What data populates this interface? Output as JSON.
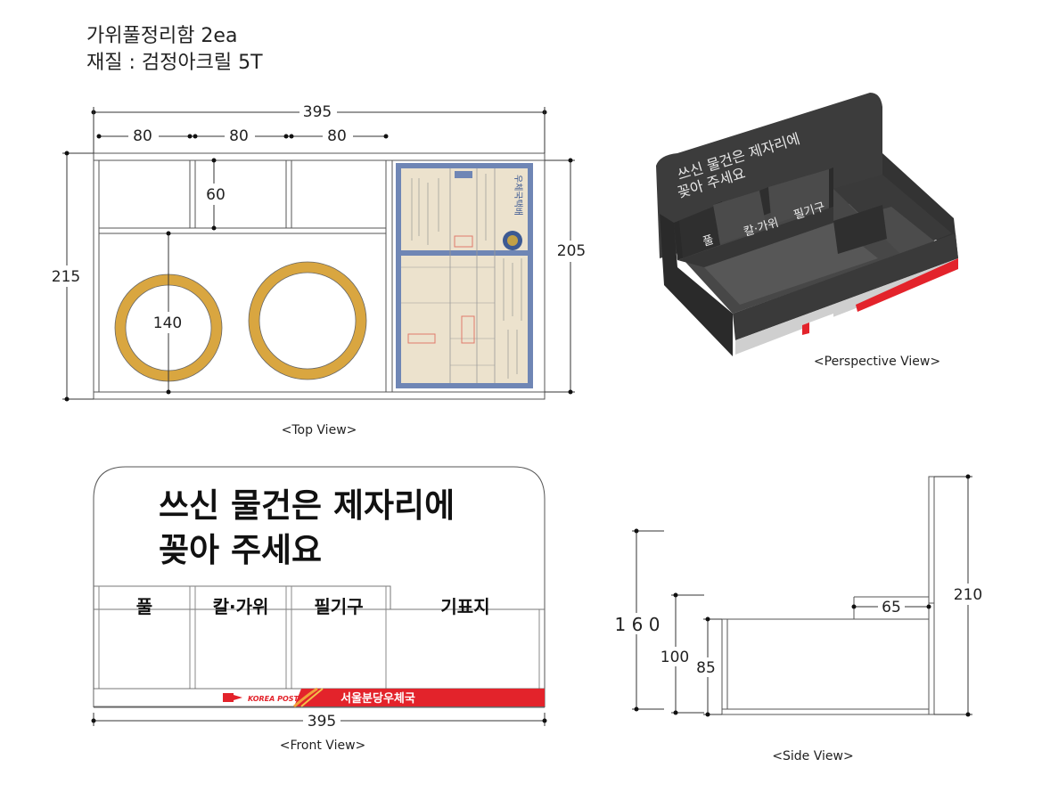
{
  "header": {
    "line1": "가위풀정리함 2ea",
    "line2": "재질 : 검정아크릴 5T"
  },
  "top_view": {
    "caption": "<Top View>",
    "dim_total_width": "395",
    "dim_section_1": "80",
    "dim_section_2": "80",
    "dim_section_3": "80",
    "dim_small_compartment": "60",
    "dim_circle": "140",
    "dim_outer_height": "215",
    "dim_inner_height": "205",
    "form_title": "우체국택배"
  },
  "perspective_view": {
    "caption": "<Perspective View>",
    "sign_line1": "쓰신 물건은 제자리에",
    "sign_line2": "꽂아 주세요",
    "label_glue": "풀",
    "label_knife": "칼·가위",
    "label_pens": "필기구"
  },
  "front_view": {
    "caption": "<Front View>",
    "sign_line1": "쓰신 물건은 제자리에",
    "sign_line2": "꽂아 주세요",
    "label_glue": "풀",
    "label_knife": "칼·가위",
    "label_pens": "필기구",
    "label_forms": "기표지",
    "brand": "KOREA POST",
    "office": "서울분당우체국",
    "dim_width": "395"
  },
  "side_view": {
    "caption": "<Side View>",
    "dim_160": "1 6 0",
    "dim_100": "100",
    "dim_85": "85",
    "dim_65": "65",
    "dim_210": "210"
  },
  "colors": {
    "line": "#333333",
    "ring": "#d9a640",
    "form_border": "#6f86b5",
    "form_fill": "#ece2cd",
    "form_stamp": "#e07a6a",
    "acrylic": "#3c3c3c",
    "acrylic_dark": "#2a2a2a",
    "acrylic_light": "#5a5a5a",
    "brand_red": "#e3232b"
  }
}
